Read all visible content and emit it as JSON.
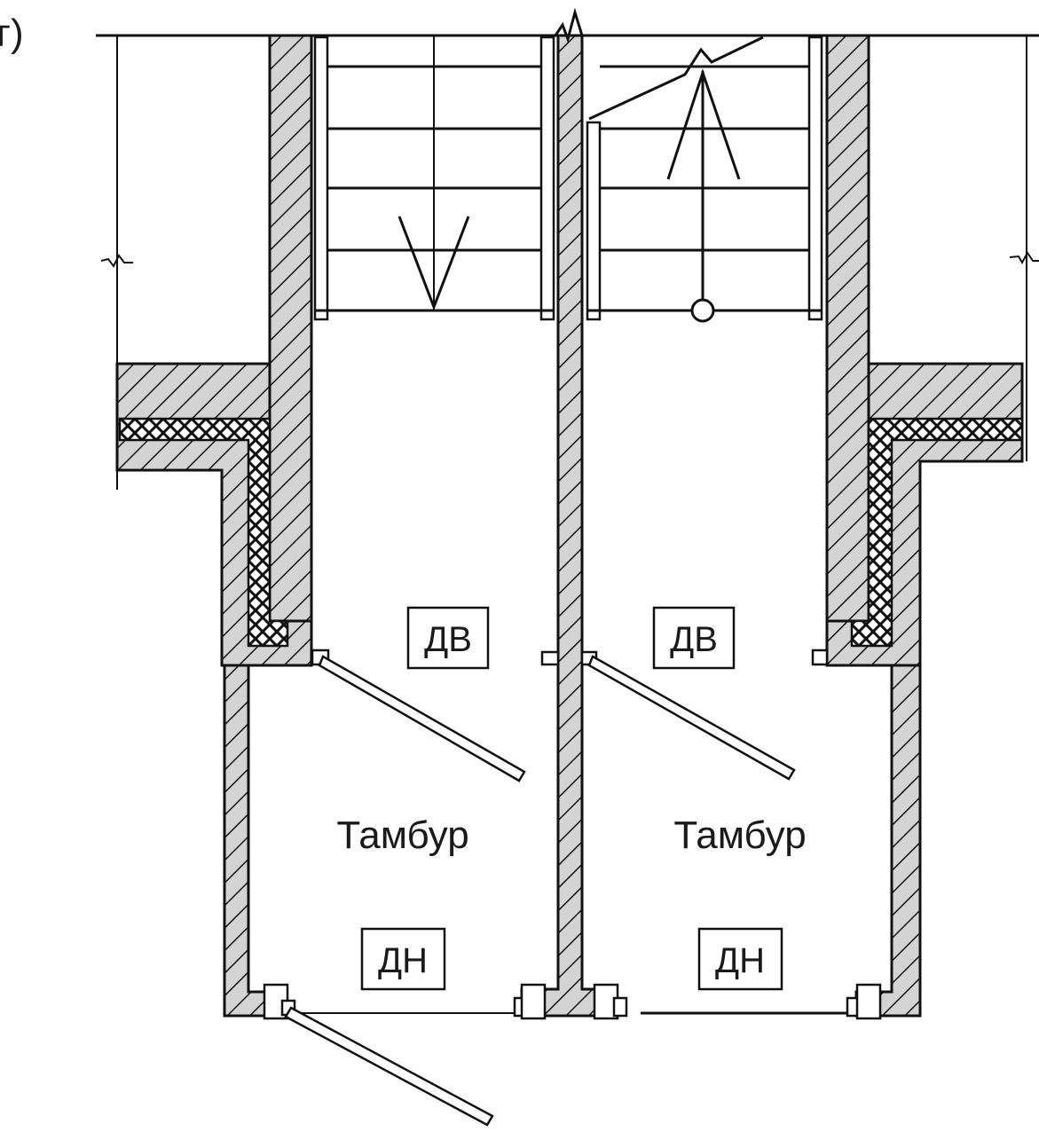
{
  "figure_label": "г)",
  "rooms": [
    {
      "name": "Тамбур"
    },
    {
      "name": "Тамбур"
    }
  ],
  "door_tags": {
    "inner_left": "ДВ",
    "inner_right": "ДВ",
    "outer_left": "ДН",
    "outer_right": "ДН"
  },
  "icons": [
    "stair-direction-down-arrow",
    "stair-direction-up-arrow",
    "break-line",
    "level-mark"
  ]
}
